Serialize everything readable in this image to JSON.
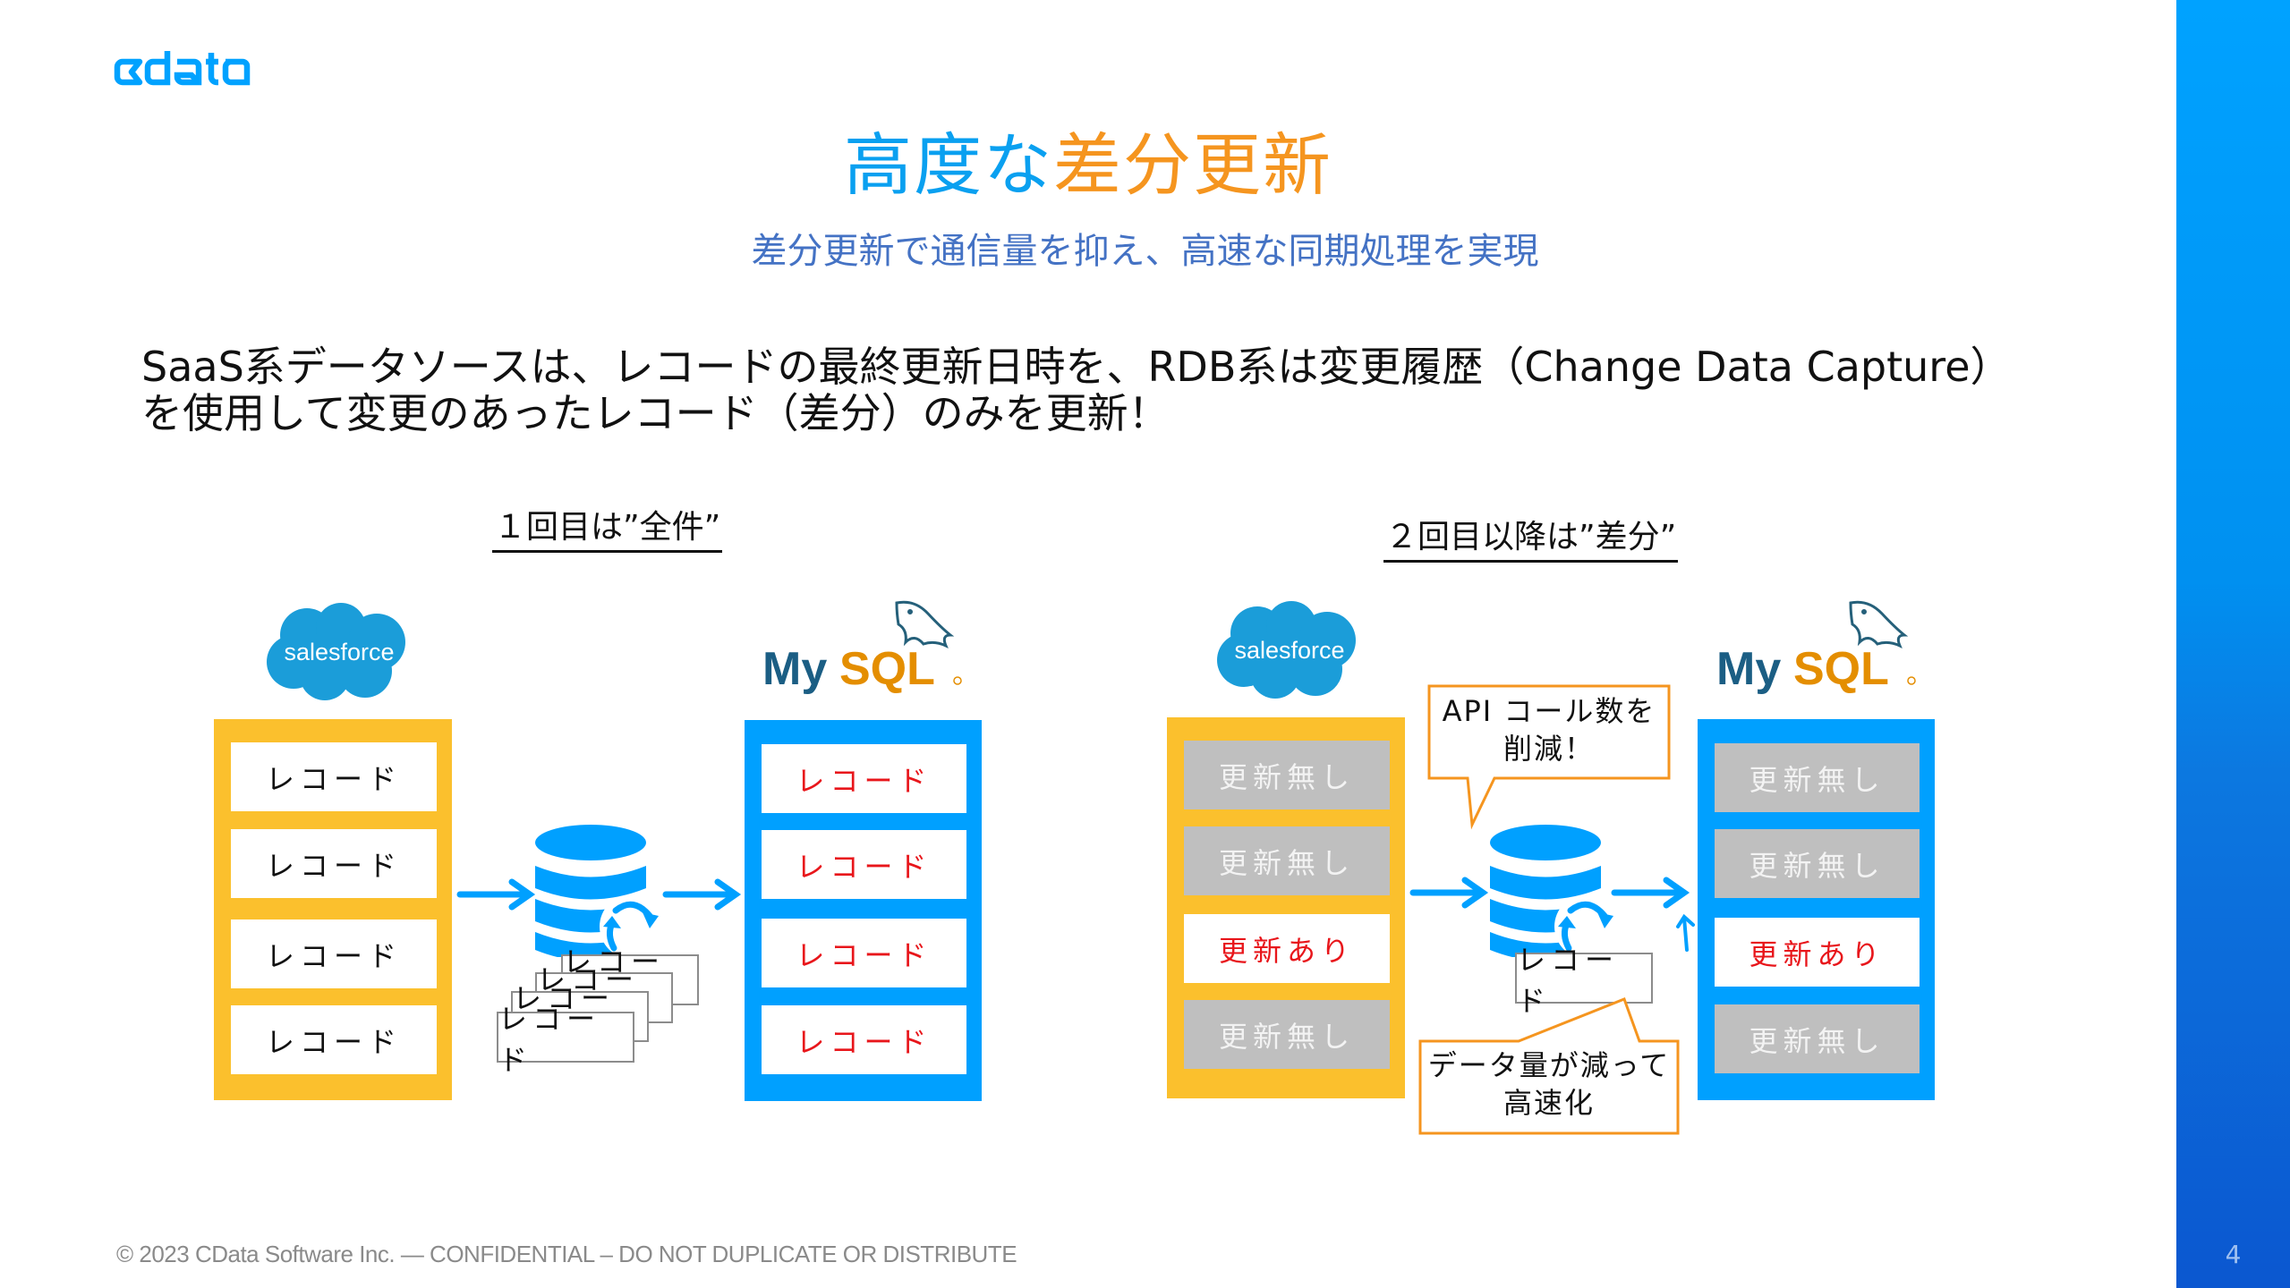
{
  "brand": {
    "logo_text": "cdata",
    "accent": "#00A2FF"
  },
  "slide": {
    "title_part1": "高度な",
    "title_part2": "差分更新",
    "subtitle": "差分更新で通信量を抑え、高速な同期処理を実現",
    "lead_line1": "SaaS系データソースは、レコードの最終更新日時を、RDB系は変更履歴（Change Data Capture）",
    "lead_line2": "を使用して変更のあったレコード（差分）のみを更新！",
    "page_number": "4"
  },
  "diagram_full": {
    "heading": "１回目は”全件”",
    "source_logo": "salesforce",
    "target_logo_my": "My",
    "target_logo_sql": "SQL",
    "source_rows": [
      "レコード",
      "レコード",
      "レコード",
      "レコード"
    ],
    "target_rows": [
      "レコード",
      "レコード",
      "レコード",
      "レコード"
    ],
    "transfer_cards": [
      "レコード",
      "レコード",
      "レコード",
      "レコード"
    ]
  },
  "diagram_diff": {
    "heading": "２回目以降は”差分”",
    "source_logo": "salesforce",
    "target_logo_my": "My",
    "target_logo_sql": "SQL",
    "source_rows": [
      {
        "label": "更新無し",
        "state": "unchanged"
      },
      {
        "label": "更新無し",
        "state": "unchanged"
      },
      {
        "label": "更新あり",
        "state": "changed"
      },
      {
        "label": "更新無し",
        "state": "unchanged"
      }
    ],
    "target_rows": [
      {
        "label": "更新無し",
        "state": "unchanged"
      },
      {
        "label": "更新無し",
        "state": "unchanged"
      },
      {
        "label": "更新あり",
        "state": "changed"
      },
      {
        "label": "更新無し",
        "state": "unchanged"
      }
    ],
    "transfer_card": "レコード",
    "callout_api_line1": "API コール数を",
    "callout_api_line2": "削減！",
    "callout_data_line1": "データ量が減って",
    "callout_data_line2": "高速化"
  },
  "colors": {
    "title_blue": "#0AA0F0",
    "title_orange": "#F5951F",
    "subtitle_blue": "#4472C4",
    "source_yellow": "#FBC02D",
    "target_blue": "#00A0FF",
    "changed_red": "#E8161B",
    "unchanged_gray": "#BFBFBF",
    "callout_orange": "#F5951F"
  },
  "footer": {
    "copyright": "© 2023 CData Software Inc. — CONFIDENTIAL – DO NOT DUPLICATE OR DISTRIBUTE"
  }
}
